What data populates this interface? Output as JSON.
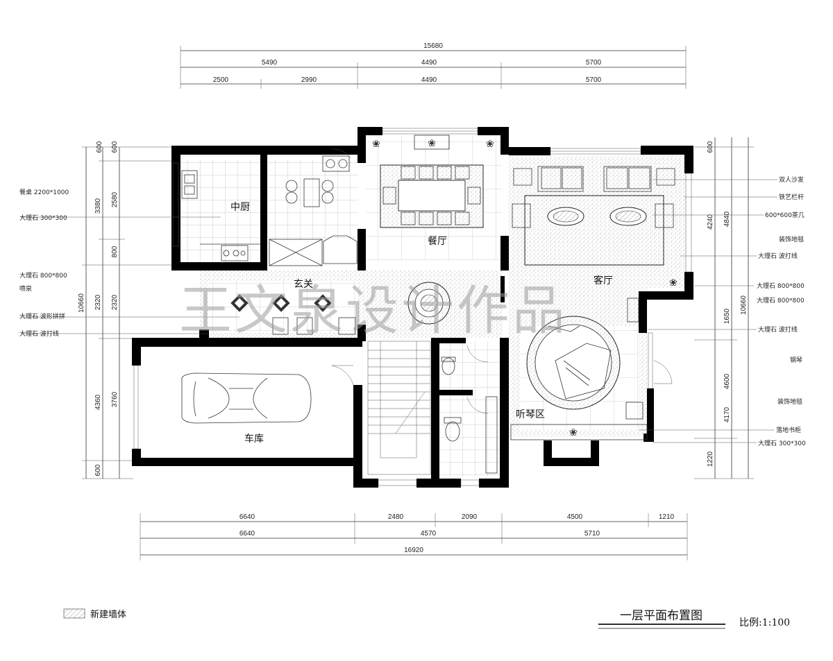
{
  "drawing": {
    "title": "一层平面布置图",
    "scale": "比例:1:100",
    "watermark": "王文泉设计作品",
    "legend_label": "新建墙体"
  },
  "dims": {
    "top_total": "15680",
    "top_mid": [
      "5490",
      "4490",
      "5700"
    ],
    "top_detail": [
      "2500",
      "2990",
      "4490",
      "5700"
    ],
    "bottom_detail": [
      "6640",
      "2480",
      "2090",
      "4500",
      "1210"
    ],
    "bottom_mid": [
      "6640",
      "4570",
      "5710"
    ],
    "bottom_total": "16920",
    "left_outer": [
      "600",
      "3380",
      "10660",
      "4360",
      "600"
    ],
    "left_inner": [
      "600",
      "2580",
      "800",
      "2320",
      "2320",
      "3760"
    ],
    "right_inner": [
      "4240",
      "1650",
      "4600",
      "4170",
      "1220"
    ],
    "right_outer": [
      "600",
      "4840",
      "10660"
    ]
  },
  "rooms": {
    "kitchen": "中厨",
    "dining": "餐厅",
    "living": "客厅",
    "foyer": "玄关",
    "garage": "车库",
    "piano": "听琴区"
  },
  "notes_left": [
    "餐桌 2200*1000",
    "大理石 300*300",
    "大理石 800*800",
    "喷泉",
    "大理石 波形拼拼",
    "大理石 波打线"
  ],
  "notes_right": [
    "双人沙发",
    "铁艺栏杆",
    "600*600茶几",
    "装饰地毯",
    "大理石 波打线",
    "大理石 800*800",
    "大理石 800*800",
    "大理石 波打线",
    "钢琴",
    "装饰地毯",
    "落地书柜",
    "大理石 300*300"
  ]
}
